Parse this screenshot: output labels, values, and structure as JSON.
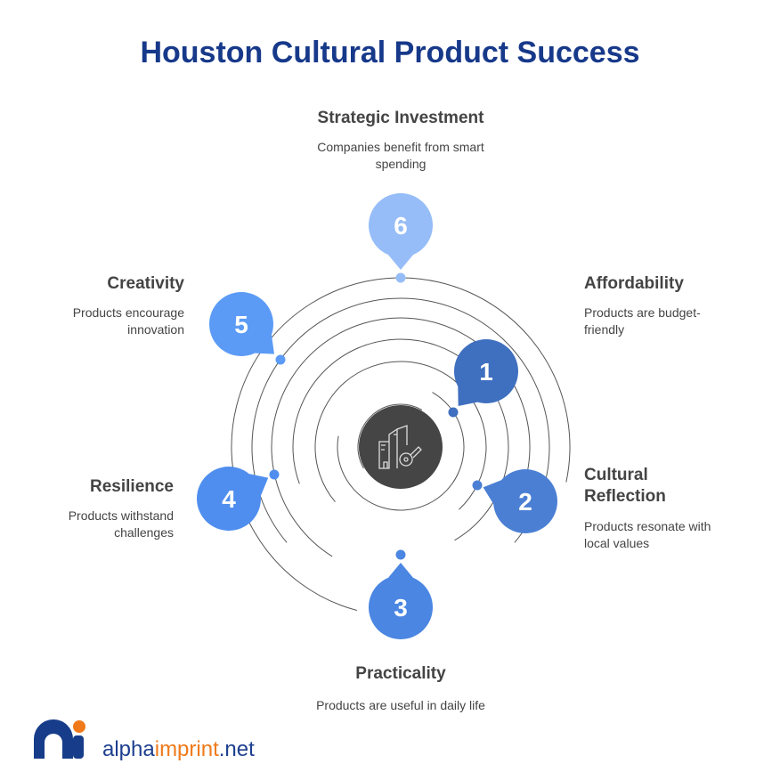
{
  "title": "Houston Cultural Product Success",
  "items": [
    {
      "num": "1",
      "heading": "Affordability",
      "text": "Products are budget-friendly",
      "color": "#3f6fbf"
    },
    {
      "num": "2",
      "heading": "Cultural Reflection",
      "text": "Products resonate with local values",
      "color": "#4b7fd4"
    },
    {
      "num": "3",
      "heading": "Practicality",
      "text": "Products are useful in daily life",
      "color": "#4a86e2"
    },
    {
      "num": "4",
      "heading": "Resilience",
      "text": "Products withstand challenges",
      "color": "#4f8eef"
    },
    {
      "num": "5",
      "heading": "Creativity",
      "text": "Products encourage innovation",
      "color": "#5b9bf6"
    },
    {
      "num": "6",
      "heading": "Strategic Investment",
      "text": "Companies benefit from smart spending",
      "color": "#96bdf8"
    }
  ],
  "center_icon": "buildings-key-icon",
  "brand": {
    "part1": "alpha",
    "part2": "imprint",
    "part3": ".net"
  }
}
